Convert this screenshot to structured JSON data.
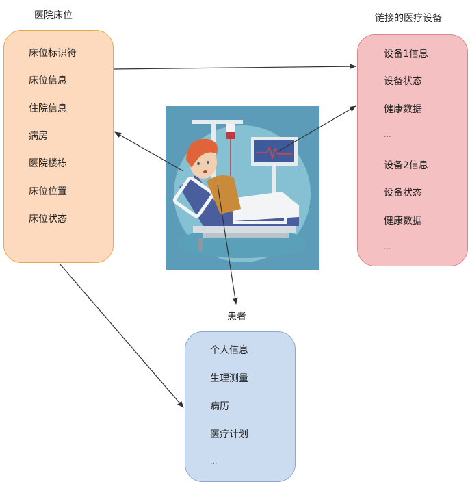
{
  "diagram": {
    "bed": {
      "title": "医院床位",
      "items": [
        "床位标识符",
        "床位信息",
        "住院信息",
        "病房",
        "医院楼栋",
        "床位位置",
        "床位状态"
      ]
    },
    "devices": {
      "title": "链接的医疗设备",
      "items": [
        "设备1信息",
        "设备状态",
        "健康数据",
        "...",
        "设备2信息",
        "设备状态",
        "健康数据",
        "..."
      ]
    },
    "patient": {
      "title": "患者",
      "items": [
        "个人信息",
        "生理测量",
        "病历",
        "医疗计划",
        "..."
      ]
    },
    "illustration": {
      "subject": "patient-in-hospital-bed",
      "colors": {
        "background": "#5d9cb8",
        "circle": "#86c1d3",
        "hair": "#e0643a",
        "shirt": "#c98a3a",
        "mattress": "#4a5e9e",
        "monitor": "#3f5a9a",
        "iv_bag": "#c43a3a"
      }
    },
    "colors": {
      "bed_fill": "#fdd9bd",
      "bed_border": "#e6a94f",
      "device_fill": "#f5c0c1",
      "device_border": "#d98788",
      "patient_fill": "#cbdcf0",
      "patient_border": "#8aa9d1",
      "arrow": "#333333"
    },
    "connections": [
      {
        "from": "bed",
        "to": "devices"
      },
      {
        "from": "illustration-monitor",
        "to": "devices"
      },
      {
        "from": "illustration-patient",
        "to": "bed"
      },
      {
        "from": "illustration-patient",
        "to": "patient"
      },
      {
        "from": "bed",
        "to": "patient"
      }
    ]
  }
}
